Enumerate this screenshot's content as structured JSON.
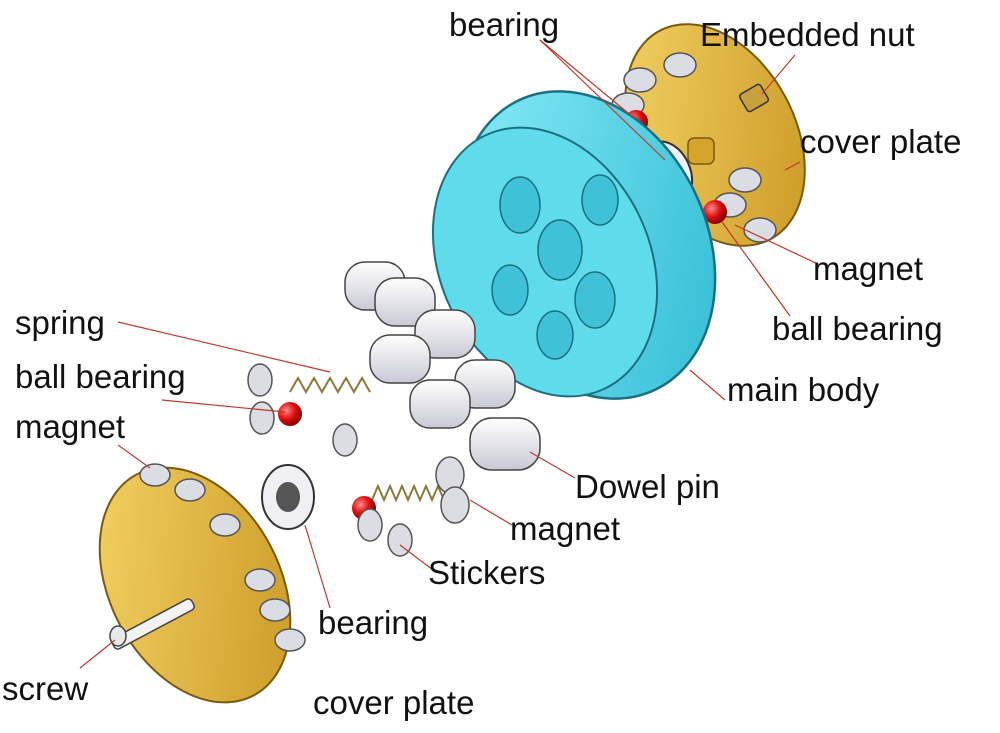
{
  "labels": {
    "bearing_top": "bearing",
    "embedded_nut": "Embedded nut",
    "cover_plate_top": "cover plate",
    "magnet_right": "magnet",
    "ball_bearing_right": "ball bearing",
    "main_body": "main body",
    "spring": "spring",
    "ball_bearing_left": "ball bearing",
    "magnet_left": "magnet",
    "dowel_pin": "Dowel pin",
    "magnet_mid": "magnet",
    "stickers": "Stickers",
    "bearing_bottom": "bearing",
    "screw": "screw",
    "cover_plate_bottom": "cover plate"
  },
  "colors": {
    "leader_line": "#c0392b",
    "main_body": "#4fd6ea",
    "cover_plate": "#e3b43a",
    "ball": "#e01010",
    "dowel": "#ebebf4",
    "magnet": "#d8d8e0",
    "spring": "#b8a35a"
  }
}
